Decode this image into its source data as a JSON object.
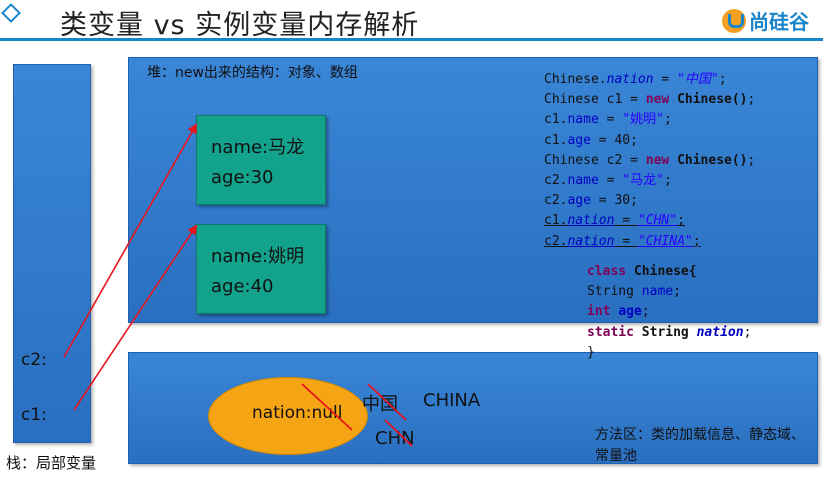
{
  "title": "类变量 vs 实例变量内存解析",
  "logo_text": "尚硅谷",
  "heap": {
    "label": "堆：new出来的结构：对象、数组",
    "objects": [
      {
        "name_line": "name:马龙",
        "age_line": "age:30"
      },
      {
        "name_line": "name:姚明",
        "age_line": "age:40"
      }
    ]
  },
  "stack": {
    "label": "栈：局部变量",
    "refs": {
      "c2": "c2:",
      "c1": "c1:"
    }
  },
  "method_area": {
    "label": "方法区：类的加载信息、静态域、常量池",
    "static_field": "nation:null",
    "values": {
      "cn": "中国",
      "china": "CHINA",
      "chn": "CHN"
    }
  },
  "code_lines": [
    [
      {
        "t": "Chinese."
      },
      {
        "t": "nation",
        "c": "fldi"
      },
      {
        "t": " = "
      },
      {
        "t": "\"中国\"",
        "c": "stri"
      },
      {
        "t": ";"
      }
    ],
    [
      {
        "t": "Chinese c1 = "
      },
      {
        "t": "new",
        "c": "kw"
      },
      {
        "t": " "
      },
      {
        "t": "Chinese()",
        "c": "bold"
      },
      {
        "t": ";"
      }
    ],
    [
      {
        "t": "c1."
      },
      {
        "t": "name",
        "c": "fld"
      },
      {
        "t": " = "
      },
      {
        "t": "\"姚明\"",
        "c": "str"
      },
      {
        "t": ";"
      }
    ],
    [
      {
        "t": "c1."
      },
      {
        "t": "age",
        "c": "fld"
      },
      {
        "t": " = 40;"
      }
    ],
    [
      {
        "t": "Chinese c2 = "
      },
      {
        "t": "new",
        "c": "kw"
      },
      {
        "t": " "
      },
      {
        "t": "Chinese()",
        "c": "bold"
      },
      {
        "t": ";"
      }
    ],
    [
      {
        "t": "c2."
      },
      {
        "t": "name",
        "c": "fld"
      },
      {
        "t": " = "
      },
      {
        "t": "\"马龙\"",
        "c": "str"
      },
      {
        "t": ";"
      }
    ],
    [
      {
        "t": "c2."
      },
      {
        "t": "age",
        "c": "fld"
      },
      {
        "t": " = 30;"
      }
    ],
    [
      {
        "t": "c1.",
        "c": "ul"
      },
      {
        "t": "nation",
        "c": "fldi ul"
      },
      {
        "t": " = ",
        "c": "ul"
      },
      {
        "t": "\"CHN\"",
        "c": "stri ul"
      },
      {
        "t": ";",
        "c": "ul"
      }
    ],
    [
      {
        "t": "c2.",
        "c": "ul"
      },
      {
        "t": "nation",
        "c": "fldi ul"
      },
      {
        "t": " = ",
        "c": "ul"
      },
      {
        "t": "\"CHINA\"",
        "c": "stri ul"
      },
      {
        "t": ";",
        "c": "ul"
      }
    ]
  ],
  "class_lines": [
    [
      {
        "t": "class",
        "c": "kw"
      },
      {
        "t": " "
      },
      {
        "t": "Chinese{",
        "c": "bold"
      }
    ],
    [
      {
        "t": "String "
      },
      {
        "t": "name",
        "c": "fld"
      },
      {
        "t": ";"
      }
    ],
    [
      {
        "t": "int",
        "c": "kw"
      },
      {
        "t": " "
      },
      {
        "t": "age",
        "c": "fld bold"
      },
      {
        "t": ";"
      }
    ],
    [
      {
        "t": "static",
        "c": "kw"
      },
      {
        "t": " "
      },
      {
        "t": "String",
        "c": "bold"
      },
      {
        "t": " "
      },
      {
        "t": "nation",
        "c": "fldi bold"
      },
      {
        "t": ";"
      }
    ],
    [
      {
        "t": "}"
      }
    ]
  ],
  "colors": {
    "panel_blue": "#3a86d6",
    "object_green": "#13a38d",
    "oval_orange": "#f5a413",
    "arrow_red": "#e8141b",
    "title_blue": "#1a86c9"
  }
}
